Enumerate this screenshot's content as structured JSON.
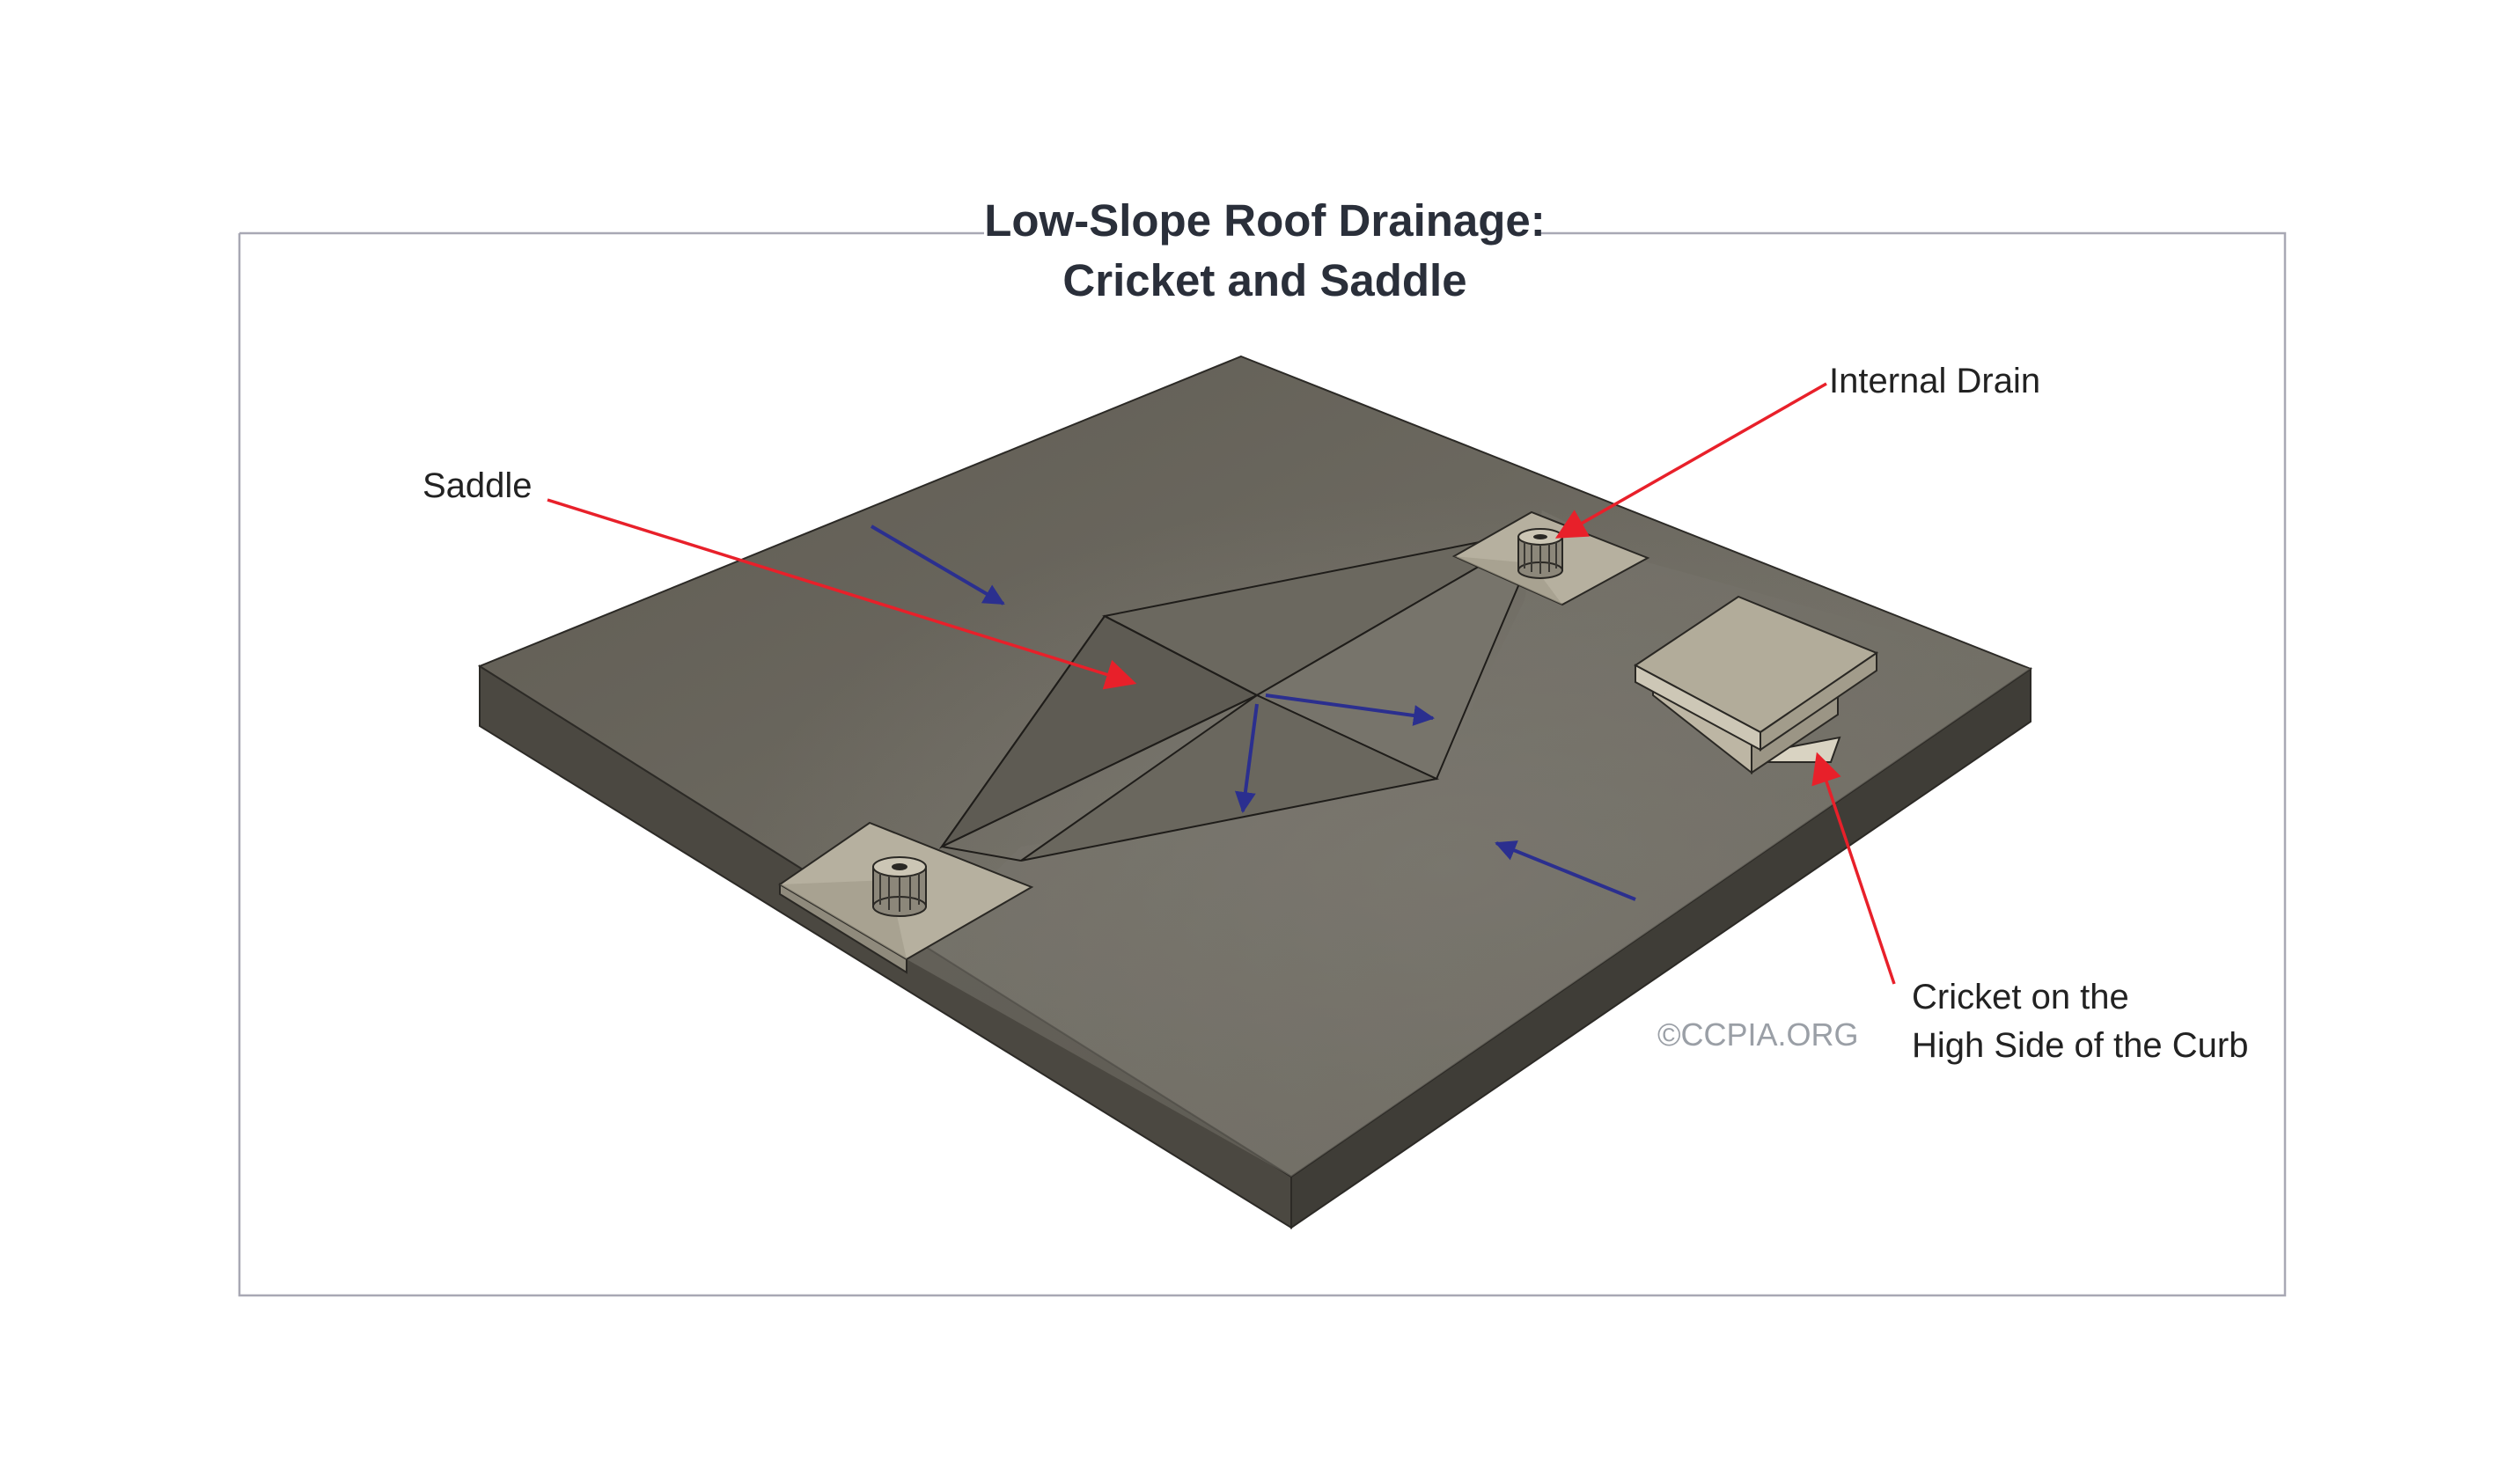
{
  "title": {
    "line1": "Low-Slope Roof Drainage:",
    "line2": "Cricket and Saddle"
  },
  "callouts": {
    "internal_drain": "Internal Drain",
    "saddle": "Saddle",
    "cricket_line1": "Cricket on the",
    "cricket_line2": "High Side of the Curb"
  },
  "watermark": "©CCPIA.ORG",
  "colors": {
    "callout_arrow": "#e8202a",
    "flow_arrow": "#2b2f8f",
    "roof_surface": "#67635a",
    "roof_edge": "#4a4740",
    "drain_flashing": "#b6b09f",
    "frame_border": "#a8a8b4"
  },
  "icons": {
    "drain": "roof-drain-icon",
    "curb": "rooftop-curb-icon"
  }
}
